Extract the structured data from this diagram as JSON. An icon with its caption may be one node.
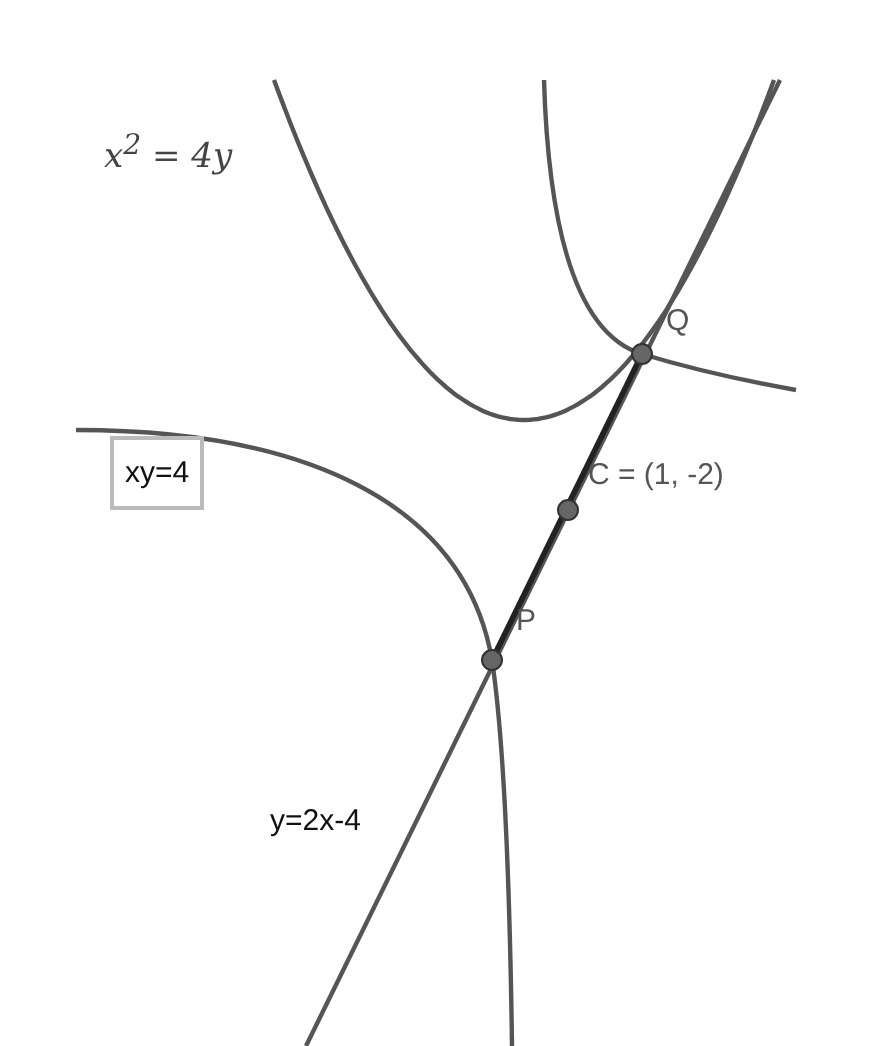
{
  "diagram": {
    "nodes": [
      {
        "text": [
          "xy=4"
        ]
      }
    ],
    "labels": [
      "x$^{2}$ = 4y",
      "Q",
      "C = (1, -2)",
      "P",
      "y=2x-4"
    ]
  }
}
